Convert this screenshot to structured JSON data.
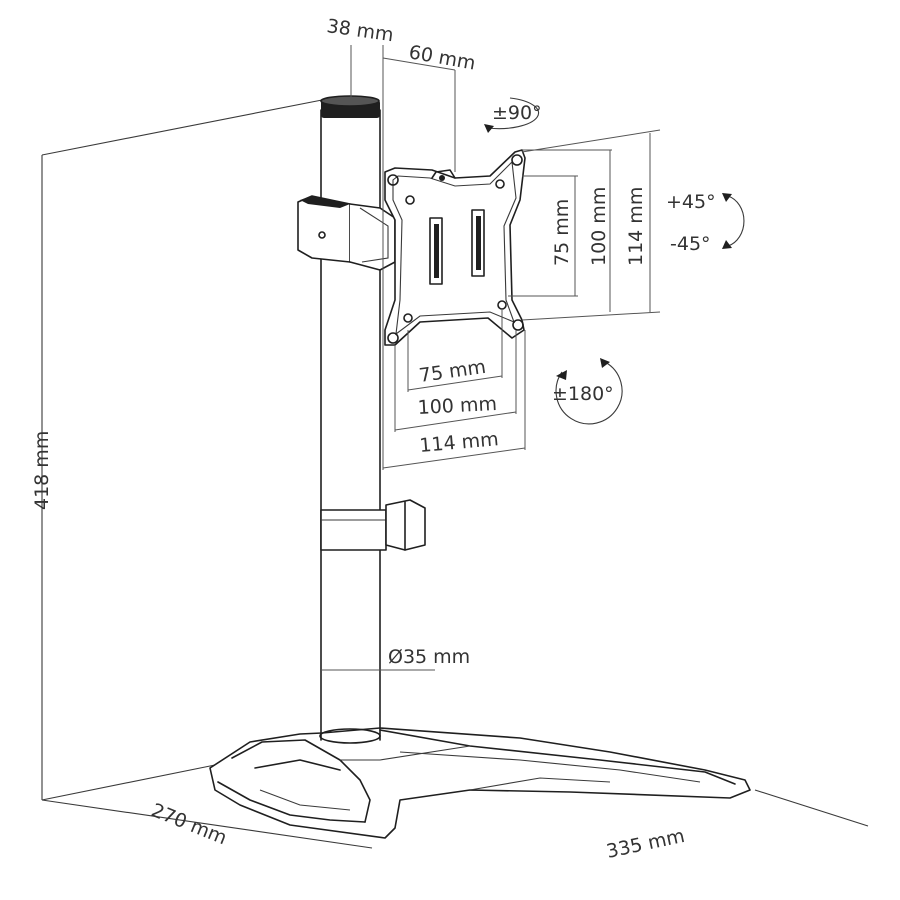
{
  "labels": {
    "height": "418 mm",
    "depth": "270 mm",
    "width": "335 mm",
    "pole_offset": "38 mm",
    "arm_offset": "60 mm",
    "tilt_up": "+45°",
    "tilt_down": "-45°",
    "swivel": "±90°",
    "rotation": "±180°",
    "pole_diameter": "Ø35 mm",
    "vesa_h_75": "75 mm",
    "vesa_h_100": "100 mm",
    "vesa_h_114": "114 mm",
    "vesa_v_75": "75 mm",
    "vesa_v_100": "100 mm",
    "vesa_v_114": "114 mm"
  },
  "icons": [
    "swivel-arrow-icon",
    "rotation-arrow-icon",
    "tilt-arrow-icon"
  ]
}
